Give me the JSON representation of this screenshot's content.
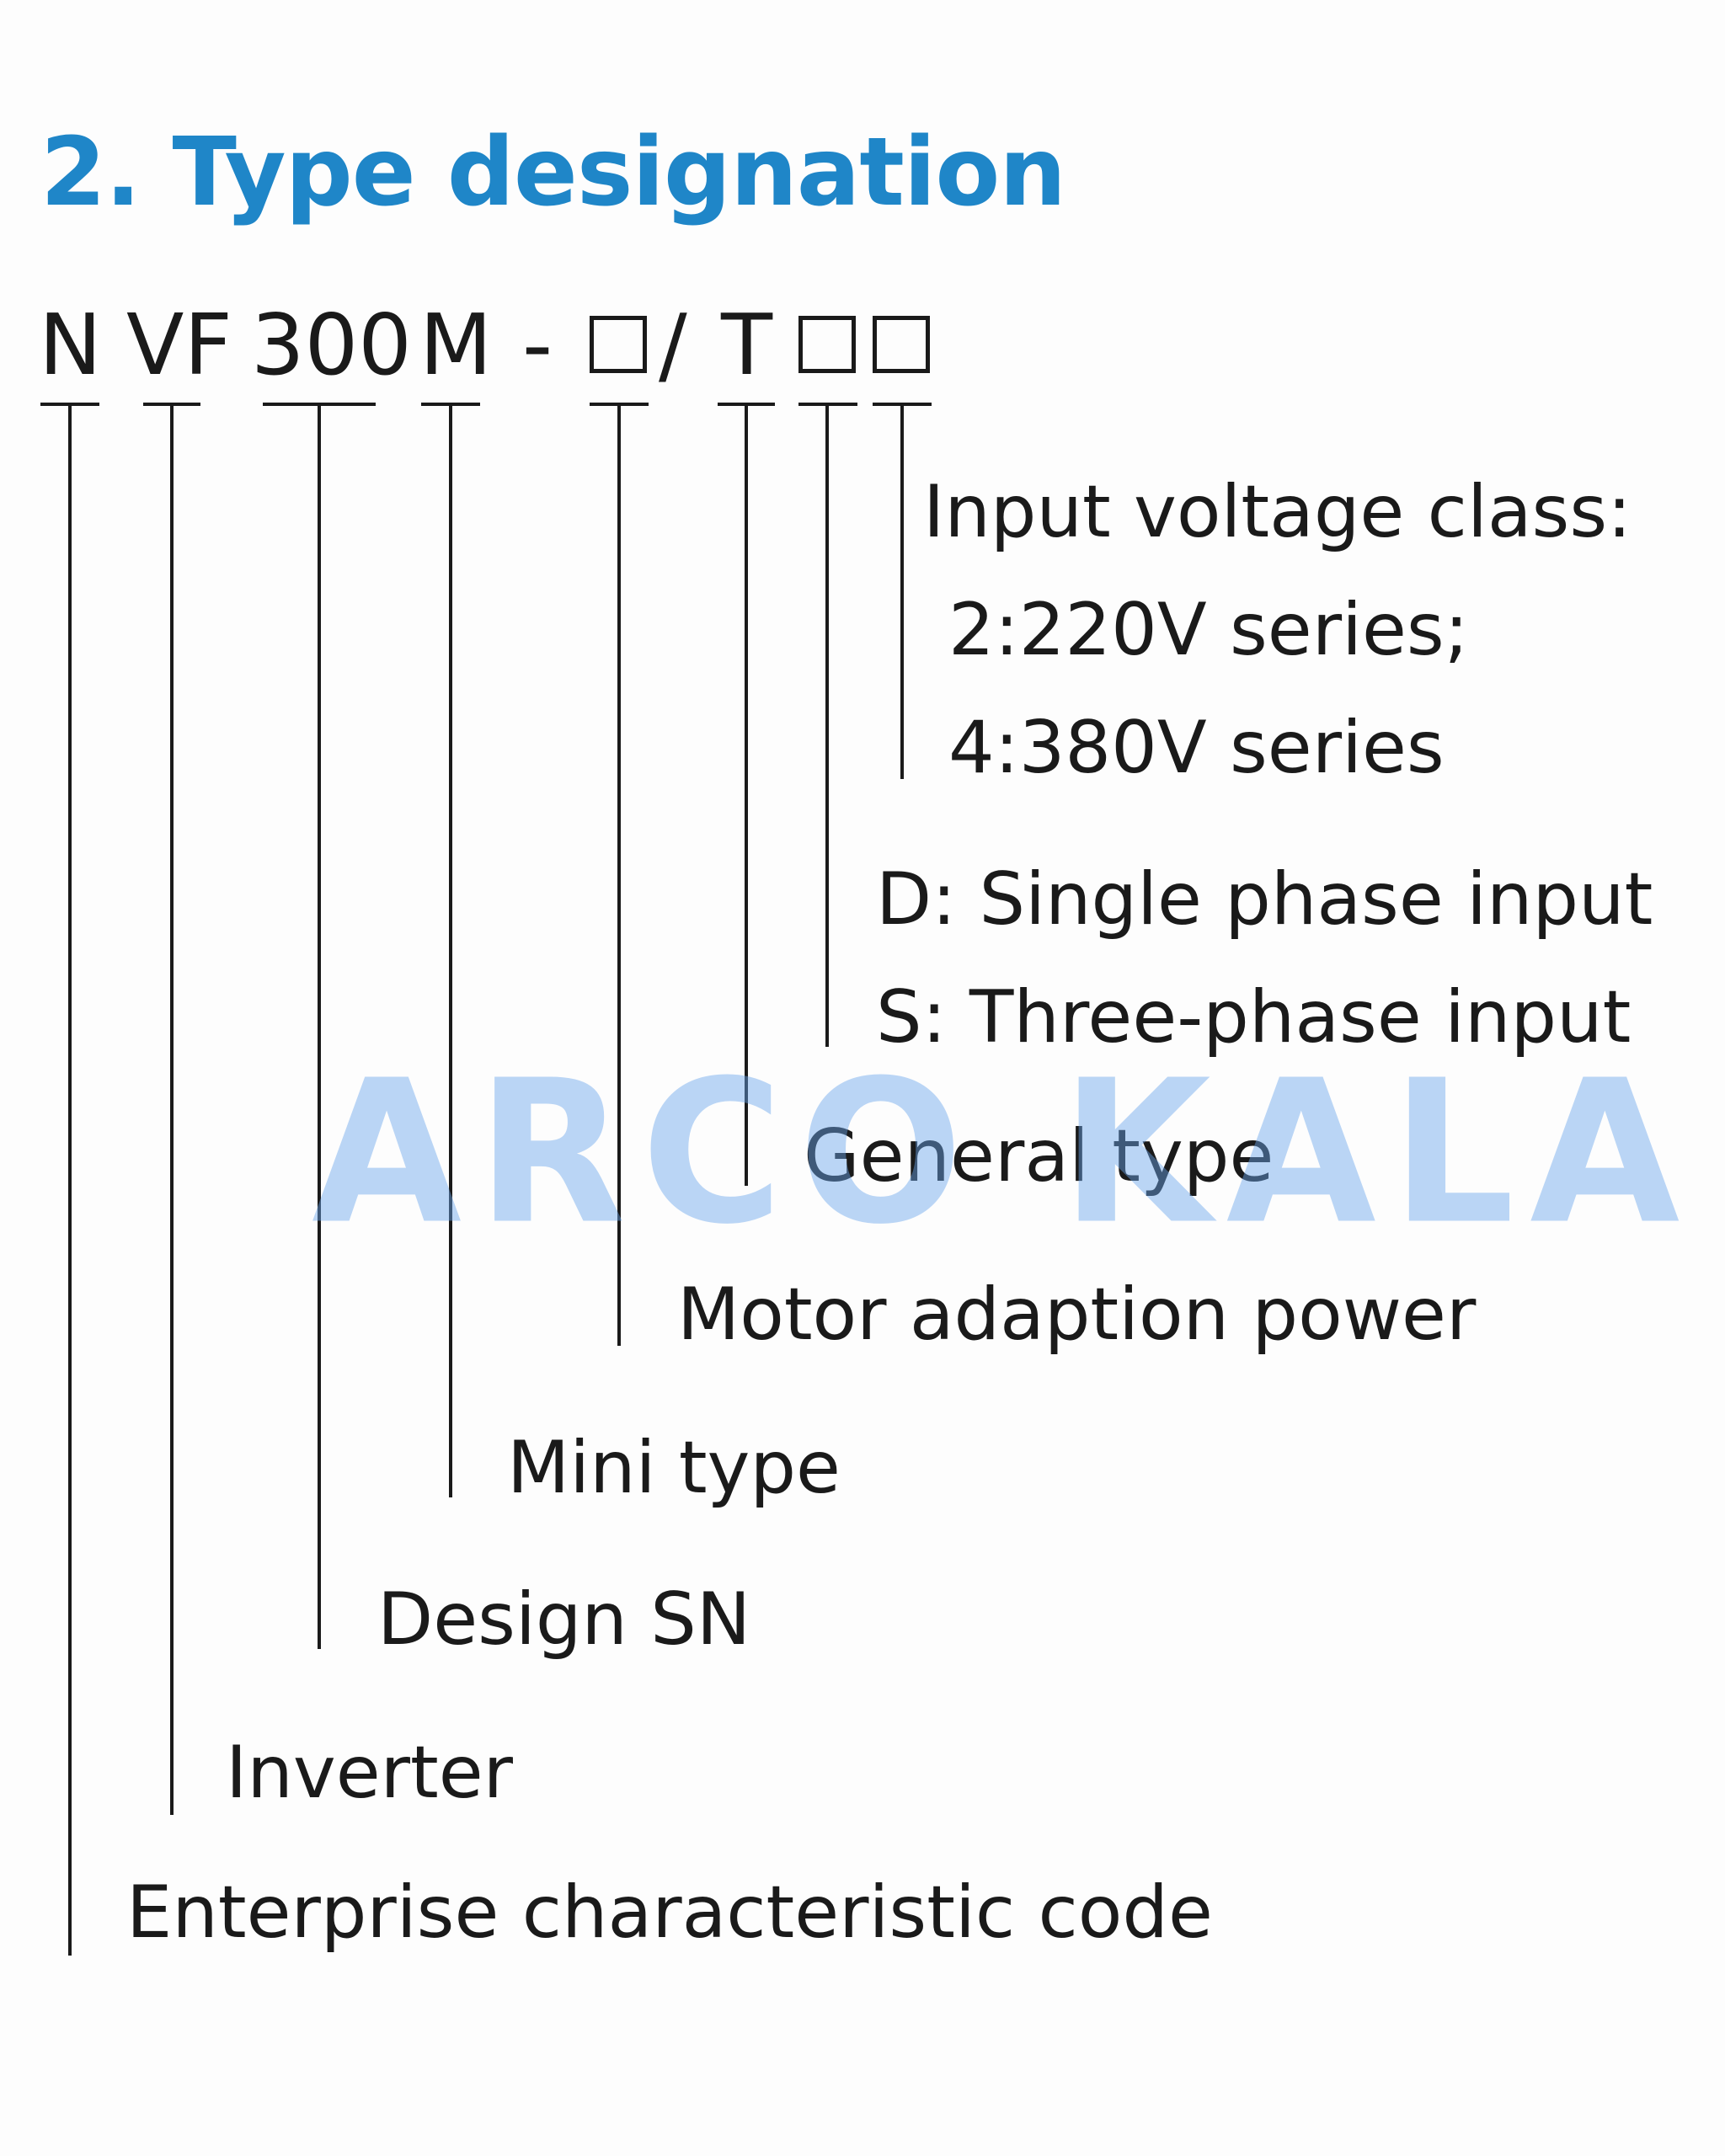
{
  "title": "2. Type designation",
  "code": {
    "n": "N",
    "vf": "VF",
    "series": "300",
    "m": "M",
    "dash": "-",
    "slash": "/",
    "t": "T"
  },
  "labels": {
    "voltage_class": {
      "heading": "Input voltage class:",
      "option_1": "2:220V series;",
      "option_2": "4:380V series"
    },
    "phase": {
      "single": "D: Single phase input",
      "three": "S: Three-phase input"
    },
    "general_type": "General type",
    "motor_power": "Motor adaption power",
    "mini_type": "Mini type",
    "design_sn": "Design SN",
    "inverter": "Inverter",
    "enterprise_code": "Enterprise characteristic code"
  },
  "watermark": "ARCO KALA",
  "colors": {
    "title": "#1f86c8",
    "text": "#1a1a1a",
    "watermark": "#6aa6ec"
  }
}
